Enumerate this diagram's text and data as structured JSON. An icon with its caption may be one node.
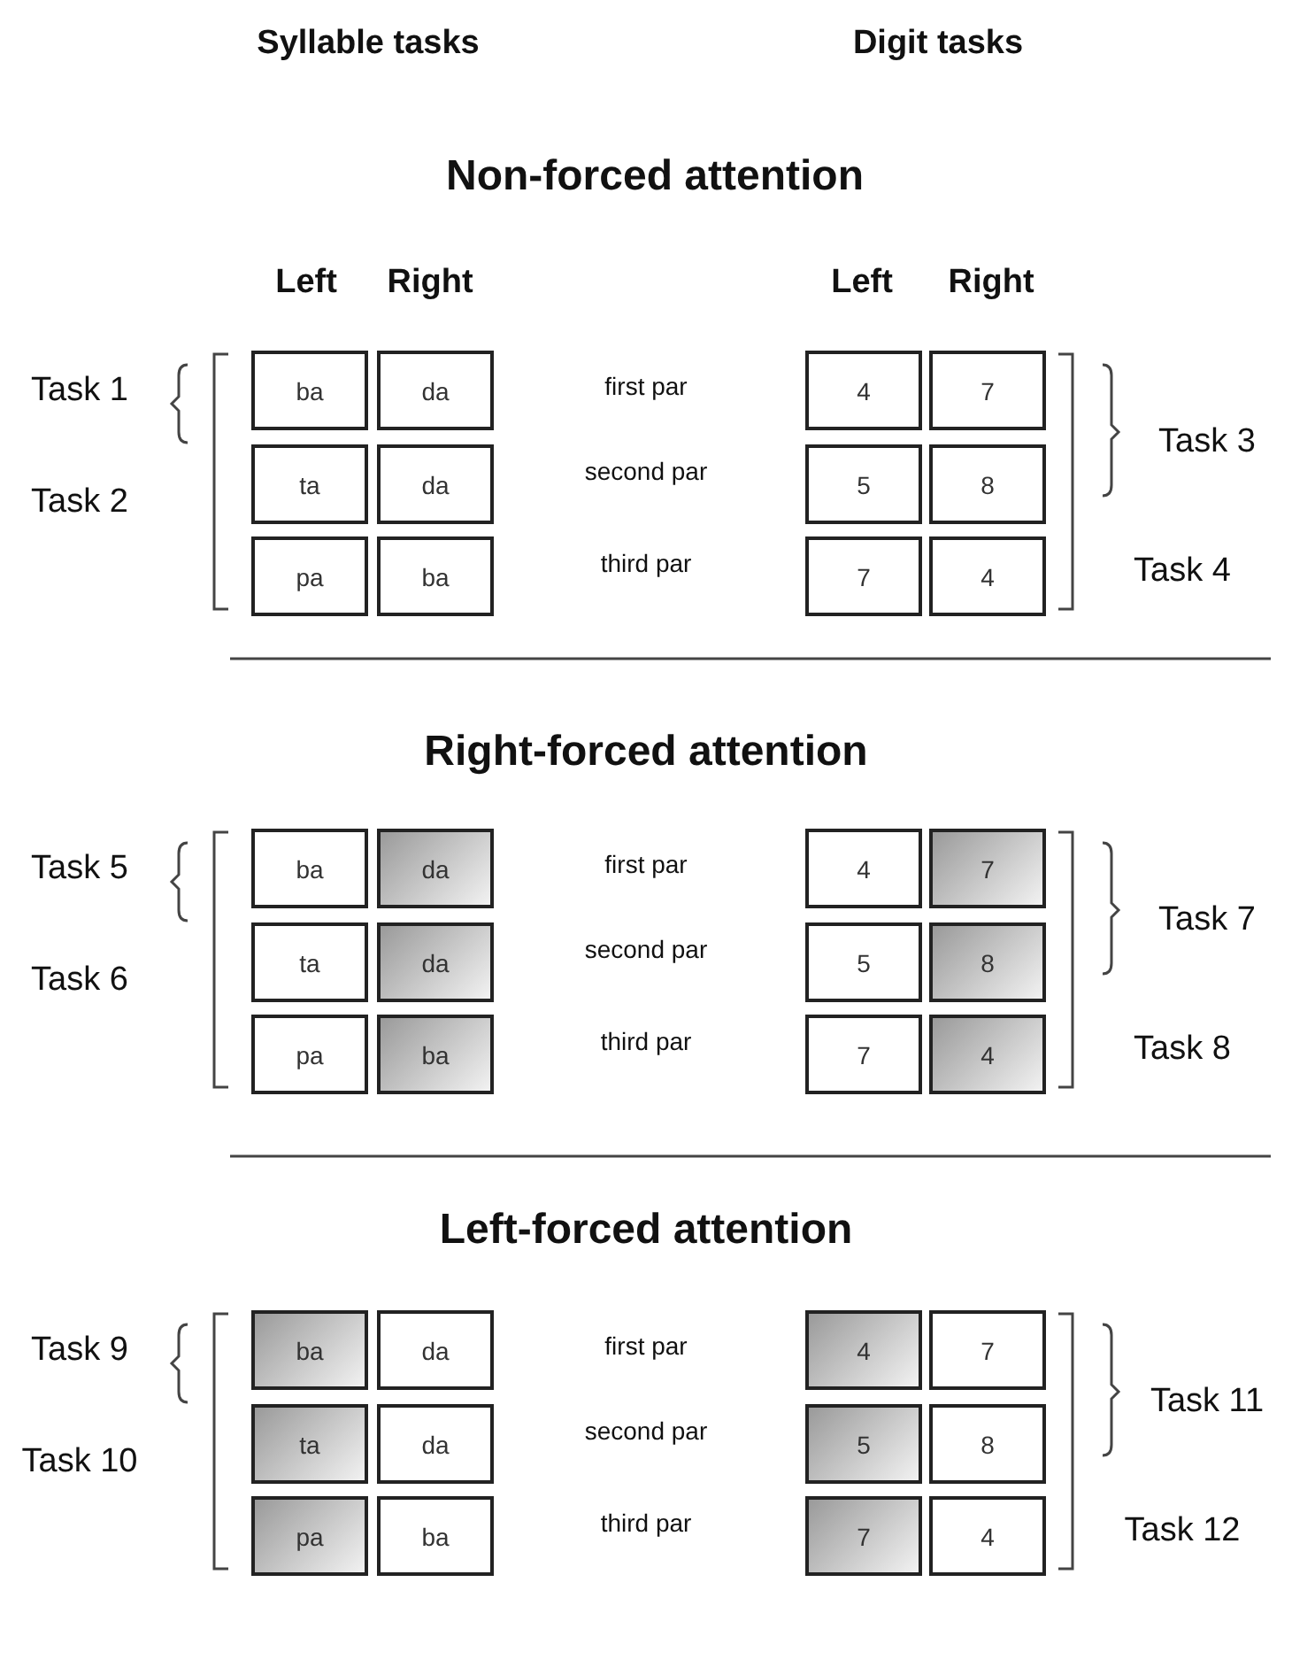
{
  "diagram": {
    "nodes": [
      {
        "text": [
          "ba"
        ]
      },
      {
        "text": [
          "da"
        ]
      },
      {
        "text": [
          "4"
        ]
      },
      {
        "text": [
          "7"
        ]
      },
      {
        "text": [
          "ta"
        ]
      },
      {
        "text": [
          "da"
        ]
      },
      {
        "text": [
          "5"
        ]
      },
      {
        "text": [
          "8"
        ]
      },
      {
        "text": [
          "pa"
        ]
      },
      {
        "text": [
          "ba"
        ]
      },
      {
        "text": [
          "7"
        ]
      },
      {
        "text": [
          "4"
        ]
      },
      {
        "text": [
          "ba"
        ]
      },
      {
        "text": [
          "da"
        ]
      },
      {
        "text": [
          "4"
        ]
      },
      {
        "text": [
          "7"
        ]
      },
      {
        "text": [
          "ta"
        ]
      },
      {
        "text": [
          "da"
        ]
      },
      {
        "text": [
          "5"
        ]
      },
      {
        "text": [
          "8"
        ]
      },
      {
        "text": [
          "pa"
        ]
      },
      {
        "text": [
          "ba"
        ]
      },
      {
        "text": [
          "7"
        ]
      },
      {
        "text": [
          "4"
        ]
      },
      {
        "text": [
          "ba"
        ]
      },
      {
        "text": [
          "da"
        ]
      },
      {
        "text": [
          "4"
        ]
      },
      {
        "text": [
          "7"
        ]
      },
      {
        "text": [
          "ta"
        ]
      },
      {
        "text": [
          "da"
        ]
      },
      {
        "text": [
          "5"
        ]
      },
      {
        "text": [
          "8"
        ]
      },
      {
        "text": [
          "pa"
        ]
      },
      {
        "text": [
          "ba"
        ]
      },
      {
        "text": [
          "7"
        ]
      },
      {
        "text": [
          "4"
        ]
      }
    ],
    "edges": [],
    "labels": [
      "Syllable tasks",
      "Digit tasks",
      "Non-forced attention",
      "Left",
      "Right",
      "Left",
      "Right",
      "first par",
      "Task 1",
      "Task 3",
      "second par",
      "Task 2",
      "third par",
      "Task 4",
      "Right-forced attention",
      "first par",
      "Task 5",
      "Task 7",
      "second par",
      "Task 6",
      "third par",
      "Task 8",
      "Left-forced attention",
      "first par",
      "Task 9",
      "Task 11",
      "second par",
      "Task 10",
      "third par",
      "Task 12"
    ]
  }
}
